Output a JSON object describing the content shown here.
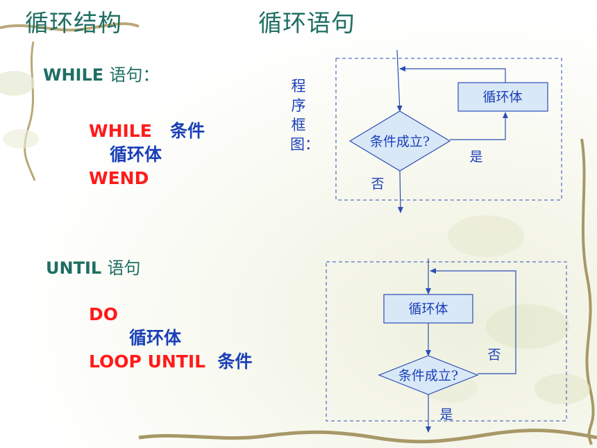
{
  "slide": {
    "title_left": "循环结构",
    "title_right": "循环语句"
  },
  "while_section": {
    "heading_kw": "WHILE",
    "heading_rest": "语句：",
    "line1_kw": "WHILE",
    "line1_cond": "条件",
    "line2_body": "循环体",
    "line3_kw": "WEND"
  },
  "until_section": {
    "heading_kw": "UNTIL",
    "heading_rest": "语句",
    "line1_kw": "DO",
    "line2_body": "循环体",
    "line3_kw": "LOOP UNTIL",
    "line3_cond": "条件"
  },
  "flowchart_label": [
    "程",
    "序",
    "框",
    "图："
  ],
  "while_flowchart": {
    "loop_body": "循环体",
    "condition": "条件成立?",
    "yes_label": "是",
    "no_label": "否"
  },
  "until_flowchart": {
    "loop_body": "循环体",
    "condition": "条件成立?",
    "no_label": "否",
    "yes_label": "是"
  },
  "colors": {
    "title": "#1f6e63",
    "keyword": "#ff1a1a",
    "body_text": "#1a3fb8",
    "flow_stroke": "#2b4db5",
    "flow_fill": "#d9e8f7"
  }
}
